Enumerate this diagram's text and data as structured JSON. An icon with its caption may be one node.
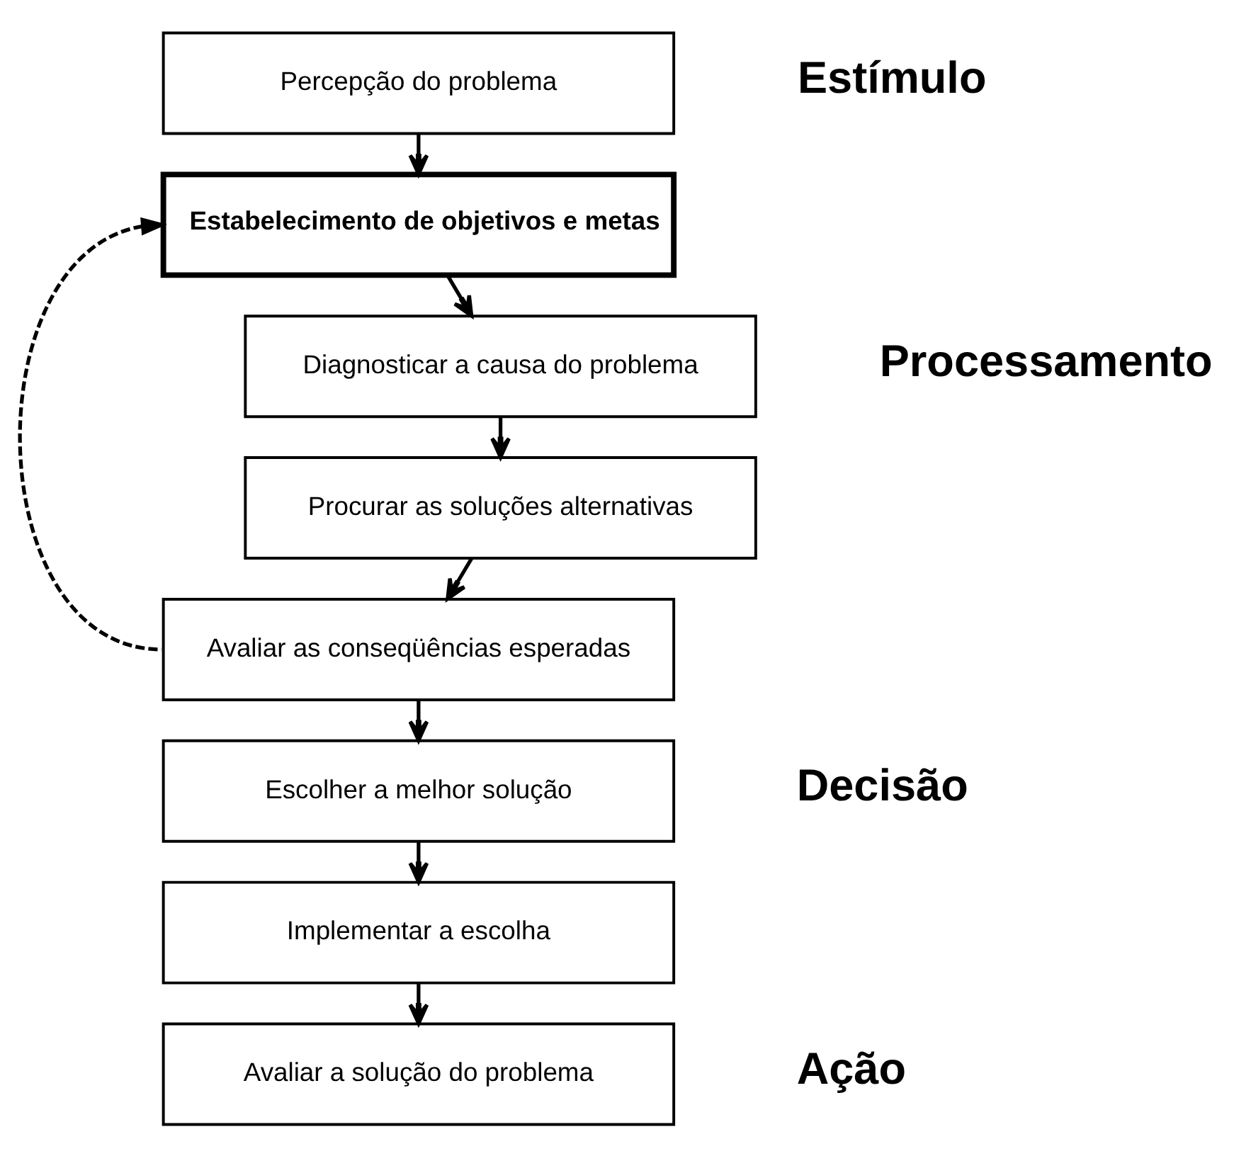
{
  "diagram": {
    "nodes": [
      {
        "text": [
          "Percepção do problema"
        ]
      },
      {
        "text": [
          "Estabelecimento de objetivos e metas"
        ]
      },
      {
        "text": [
          "Diagnosticar a causa do problema"
        ]
      },
      {
        "text": [
          "Procurar as soluções alternativas"
        ]
      },
      {
        "text": [
          "Avaliar as conseqüências esperadas"
        ]
      },
      {
        "text": [
          "Escolher a melhor solução"
        ]
      },
      {
        "text": [
          "Implementar a escolha"
        ]
      },
      {
        "text": [
          "Avaliar a solução do problema"
        ]
      }
    ],
    "edges": [
      {
        "from": 0,
        "to": 1,
        "arrow": "to"
      },
      {
        "from": 1,
        "to": 2,
        "arrow": "to"
      },
      {
        "from": 2,
        "to": 3,
        "arrow": "to"
      },
      {
        "from": 3,
        "to": 4,
        "arrow": "to"
      },
      {
        "from": 4,
        "to": 5,
        "arrow": "to"
      },
      {
        "from": 5,
        "to": 6,
        "arrow": "to"
      },
      {
        "from": 6,
        "to": 7,
        "arrow": "to"
      },
      {
        "from": 4,
        "to": 1,
        "arrow": "to",
        "style": "dashed"
      }
    ],
    "labels": [
      "Estímulo",
      "Processamento",
      "Decisão",
      "Ação"
    ]
  }
}
